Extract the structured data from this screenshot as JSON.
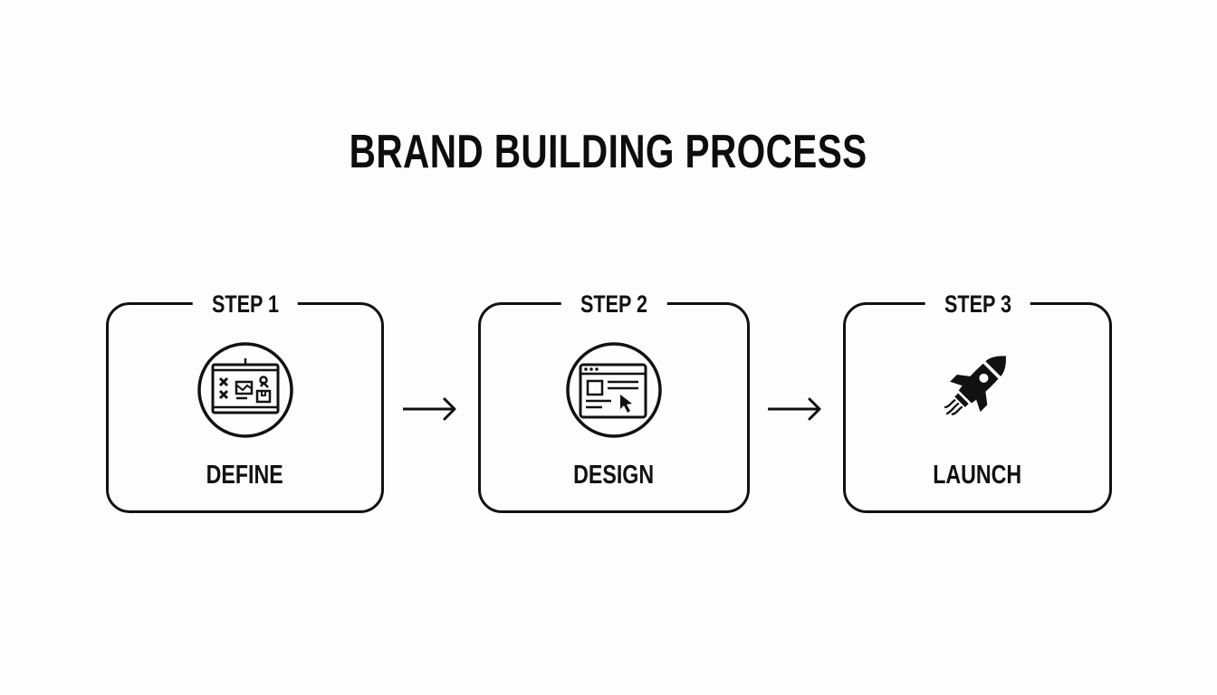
{
  "title": "BRAND BUILDING PROCESS",
  "colors": {
    "background": "#fdfdfd",
    "stroke": "#111111"
  },
  "steps": [
    {
      "label": "STEP 1",
      "name": "DEFINE",
      "icon": "strategy-board-icon"
    },
    {
      "label": "STEP 2",
      "name": "DESIGN",
      "icon": "browser-window-cursor-icon"
    },
    {
      "label": "STEP 3",
      "name": "LAUNCH",
      "icon": "rocket-icon"
    }
  ],
  "connectors": [
    {
      "icon": "arrow-right-icon",
      "from": "STEP 1",
      "to": "STEP 2"
    },
    {
      "icon": "arrow-right-icon",
      "from": "STEP 2",
      "to": "STEP 3"
    }
  ]
}
